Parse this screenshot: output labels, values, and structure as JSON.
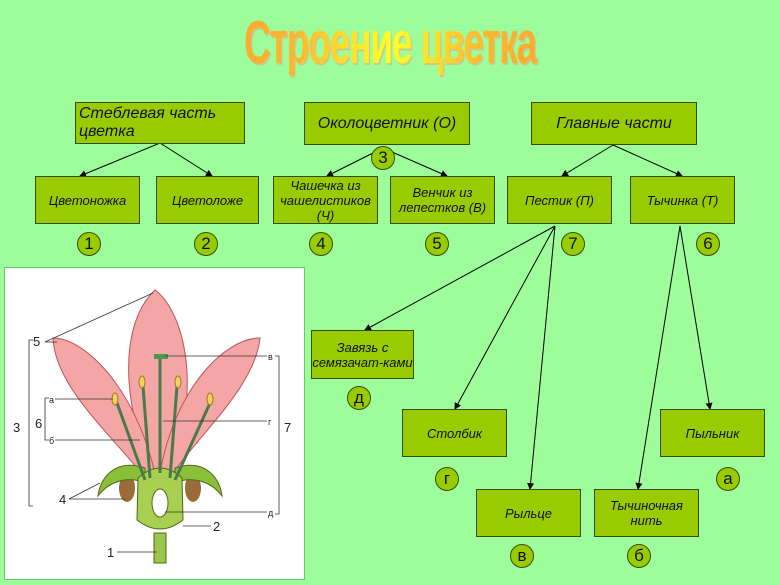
{
  "title": "Строение цветка",
  "top_boxes": [
    "Стеблевая часть цветка",
    "Околоцветник (О)",
    "Главные части"
  ],
  "parts": [
    "Цветоножка",
    "Цветоложе",
    "Чашечка из чашелистиков (Ч)",
    "Венчик из лепестков (В)",
    "Пестик (П)",
    "Тычинка (Т)"
  ],
  "part_numbers": [
    "1",
    "2",
    "4",
    "5",
    "7",
    "6"
  ],
  "perianth_number": "3",
  "sub_parts": {
    "ovary": "Завязь с семязачат-ками",
    "ovary_letter": "д",
    "style": "Столбик",
    "style_letter": "г",
    "stigma": "Рыльце",
    "stigma_letter": "в",
    "anther": "Пыльник",
    "anther_letter": "а",
    "filament": "Тычиночная нить",
    "filament_letter": "б"
  },
  "figure_labels": {
    "l5": "5",
    "l3": "3",
    "l6": "6",
    "la": "а",
    "lb": "б",
    "l4": "4",
    "l1": "1",
    "l2": "2",
    "ld": "д",
    "l7": "7",
    "lg": "г",
    "lv": "в"
  },
  "colors": {
    "background": "#9cfd9a",
    "box": "#99cc00"
  }
}
